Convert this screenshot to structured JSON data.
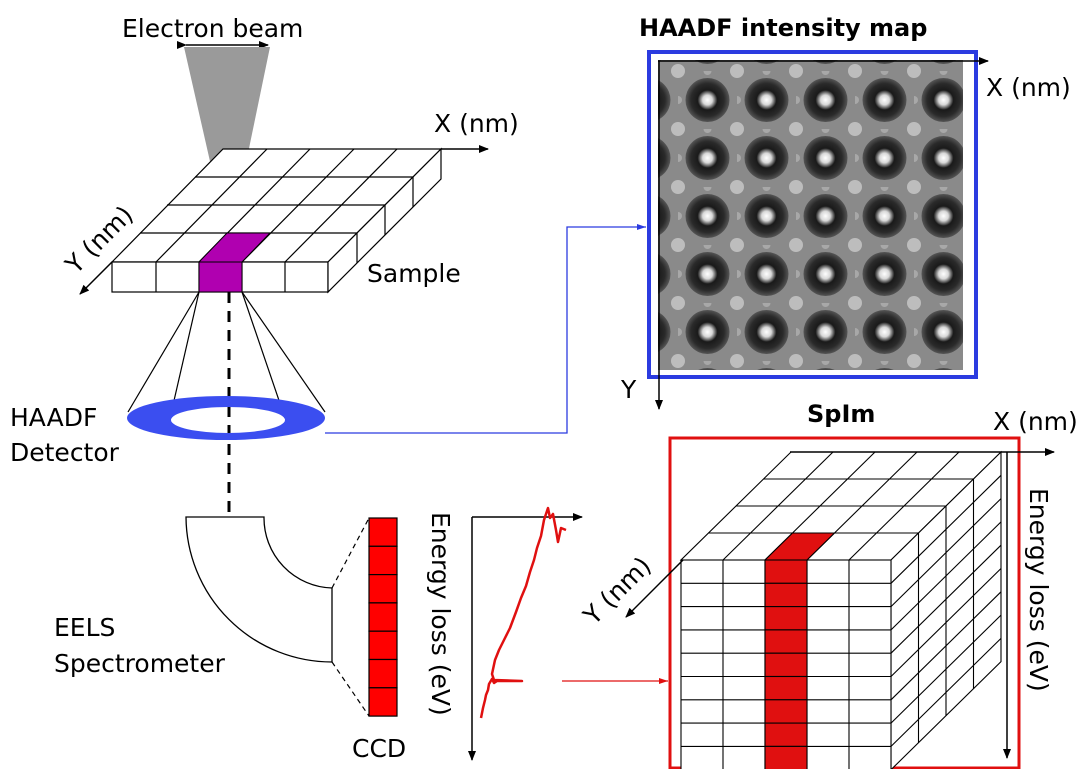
{
  "labels": {
    "electron_beam": "Electron beam",
    "x_sample": "X (nm)",
    "y_sample": "Y (nm)",
    "sample": "Sample",
    "haadf_detector_1": "HAADF",
    "haadf_detector_2": "Detector",
    "eels_1": "EELS",
    "eels_2": "Spectrometer",
    "ccd": "CCD",
    "energy_loss_spectrum": "Energy loss (eV)",
    "haadf_map_title": "HAADF intensity map",
    "x_map": "X (nm)",
    "y_map": "Y",
    "spim_title": "SpIm",
    "x_spim": "X (nm)",
    "y_spim": "Y (nm)",
    "energy_loss_spim": "Energy loss (eV)"
  },
  "colors": {
    "highlight_pixel": "#b000b0",
    "detector": "#3b4ef0",
    "map_frame": "#2b3be0",
    "spim_frame": "#e01010",
    "spectrum": "#e01010",
    "ccd_cell": "#ff0000",
    "beam": "#9a9a9a"
  }
}
